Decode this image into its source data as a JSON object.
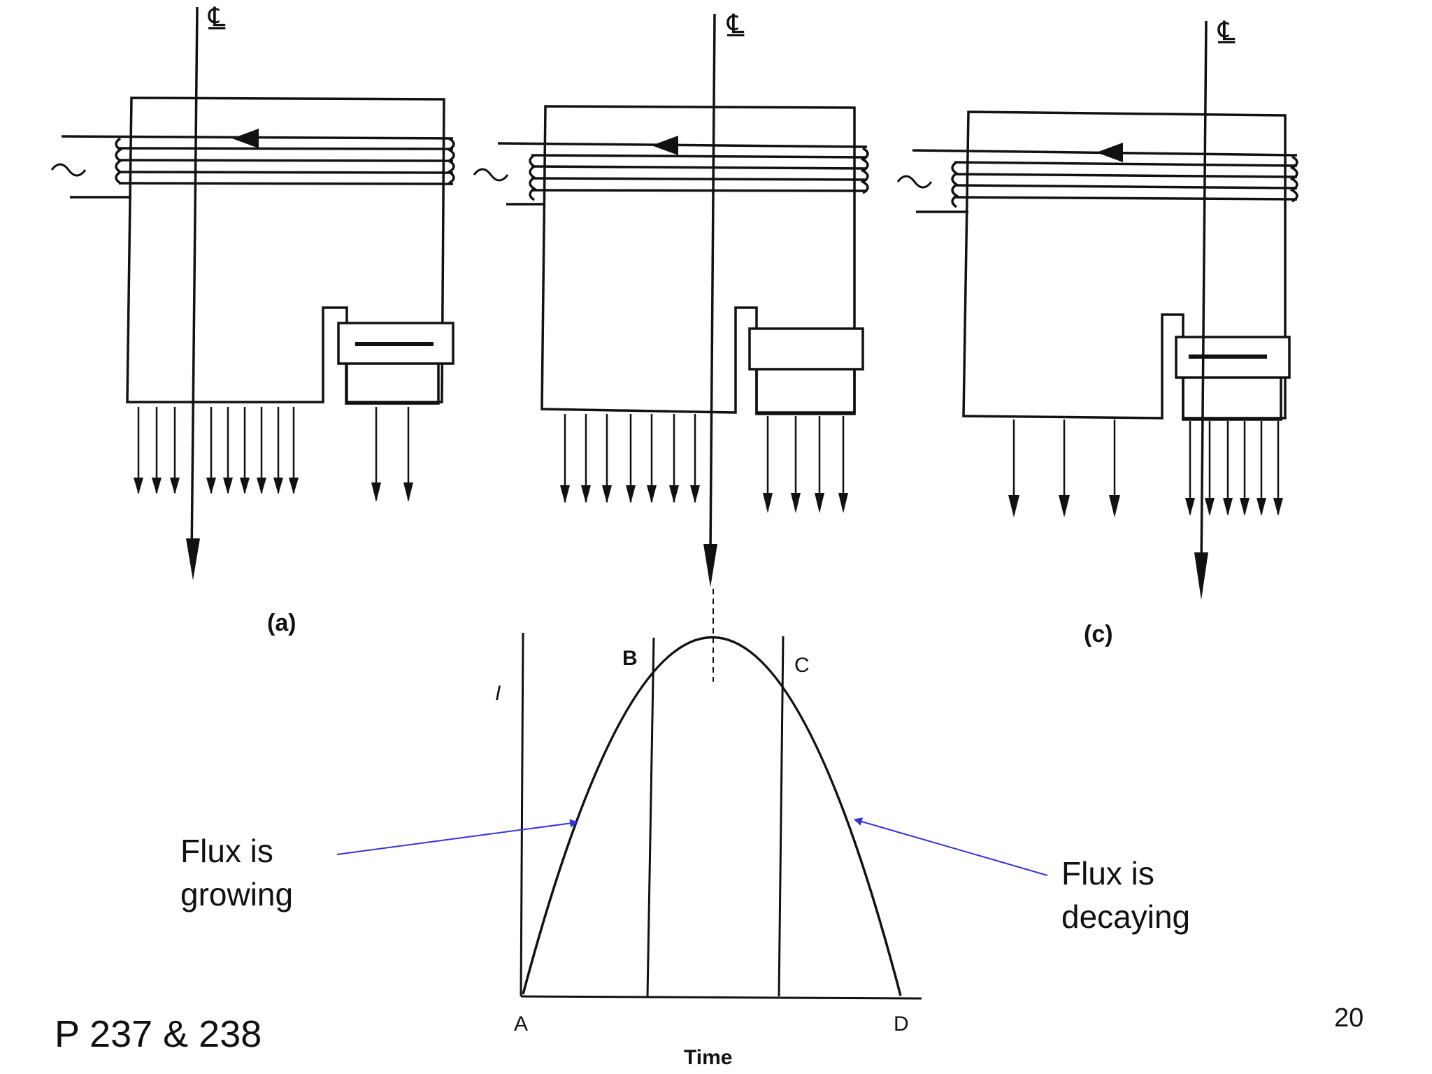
{
  "centerline_symbol": "℄",
  "panels": {
    "a": {
      "label": "(a)"
    },
    "c": {
      "label": "(c)"
    }
  },
  "curve": {
    "y_axis_label": "I",
    "x_axis_label": "Time",
    "points": {
      "A": "A",
      "B": "B",
      "C": "C",
      "D": "D"
    }
  },
  "annotations": {
    "growing": {
      "line1": "Flux is",
      "line2": "growing"
    },
    "decaying": {
      "line1": "Flux is",
      "line2": "decaying"
    }
  },
  "footer": {
    "reference": "P 237 & 238",
    "page_number": "20"
  },
  "colors": {
    "ink": "#111111",
    "annotation_arrow": "#3333dd"
  }
}
